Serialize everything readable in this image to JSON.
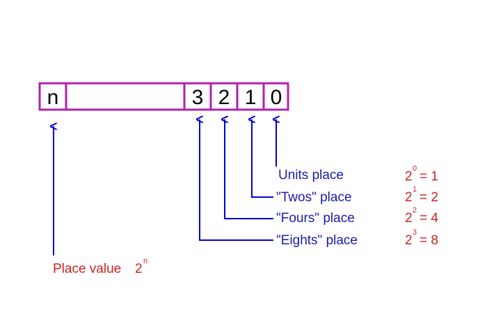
{
  "colors": {
    "register_border": "#b21fb2",
    "arrow": "#0000cc",
    "place_text": "#1a1aaa",
    "value_text": "#cc2222"
  },
  "register": {
    "cells": [
      {
        "label": "n"
      },
      {
        "label": ""
      },
      {
        "label": "3"
      },
      {
        "label": "2"
      },
      {
        "label": "1"
      },
      {
        "label": "0"
      }
    ]
  },
  "places": [
    {
      "name": "Units place",
      "base": "2",
      "exponent": "0",
      "equals": "= 1"
    },
    {
      "name": "\"Twos\" place",
      "base": "2",
      "exponent": "1",
      "equals": "= 2"
    },
    {
      "name": "\"Fours\" place",
      "base": "2",
      "exponent": "2",
      "equals": "= 4"
    },
    {
      "name": "\"Eights\" place",
      "base": "2",
      "exponent": "3",
      "equals": "= 8"
    }
  ],
  "place_value": {
    "label": "Place value",
    "base": "2",
    "exponent": "n"
  }
}
